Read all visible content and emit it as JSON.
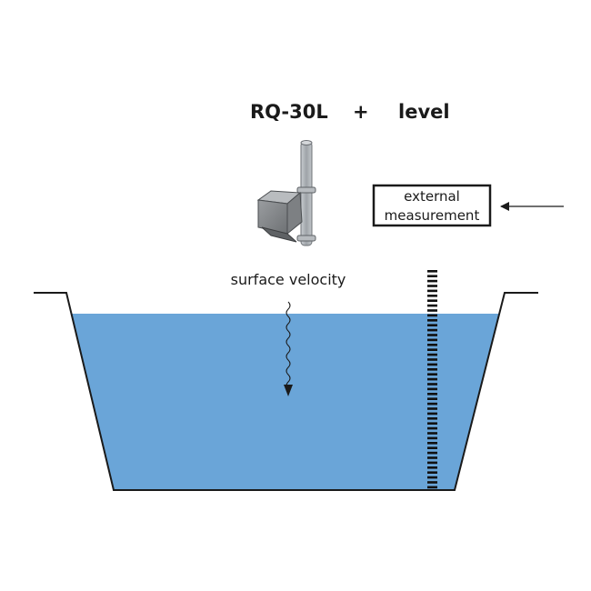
{
  "title": {
    "device": "RQ-30L",
    "plus": "+",
    "level": "level"
  },
  "labels": {
    "surface_velocity": "surface velocity",
    "external_line1": "external",
    "external_line2": "measurement"
  },
  "colors": {
    "water": "#6aa5d8",
    "outline": "#1a1a1a",
    "sensor_body": "#8a8d90",
    "pole": "#aeb3b8"
  },
  "icons": {
    "sensor": "radar-sensor-icon",
    "gauge": "level-staff-gauge-icon",
    "velocity_arrow": "wavy-down-arrow-icon",
    "input_arrow": "left-arrow-icon"
  }
}
